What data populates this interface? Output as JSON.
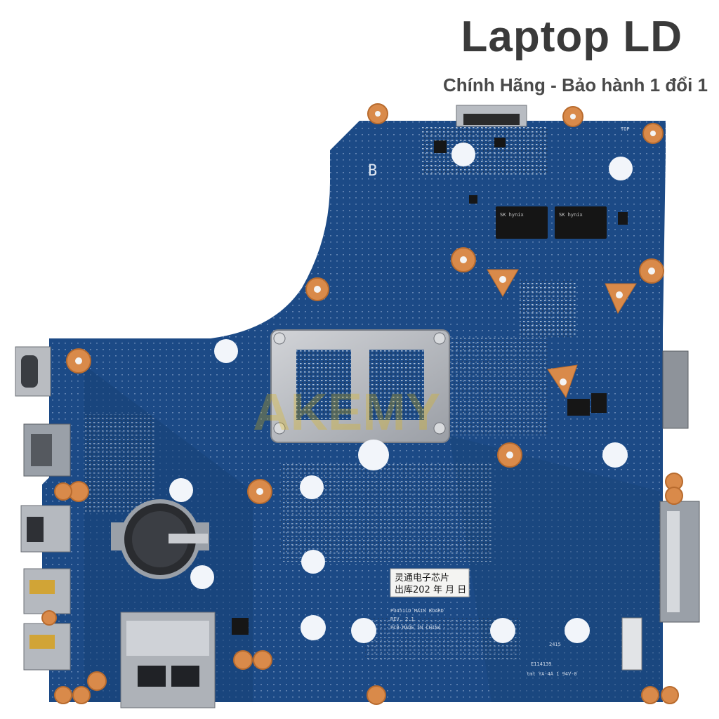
{
  "brand": {
    "title": "Laptop LD",
    "subtitle": "Chính Hãng - Bảo hành 1 đổi 1"
  },
  "board": {
    "side_marker": "B",
    "top_marker": "TOP",
    "model_line": "PU451LD MAIN BOARD",
    "rev_line": "REV. 2.1",
    "made_line": "PCB MADE IN CHINA",
    "sticker_line_1": "灵通电子芯片",
    "sticker_line_2": "出库202 年 月 日",
    "cert_code": "E114139",
    "rating_line": "tmt YA-4A 1 94V-0",
    "date_code": "2415",
    "ram_chip_1": "SK hynix",
    "ram_chip_2": "SK hynix",
    "watermark": "AKEMY",
    "colors": {
      "pcb": "#1c4a86",
      "pcb_dark": "#163d72",
      "pad": "#d98a4a",
      "metal": "#b9bcc1"
    }
  }
}
